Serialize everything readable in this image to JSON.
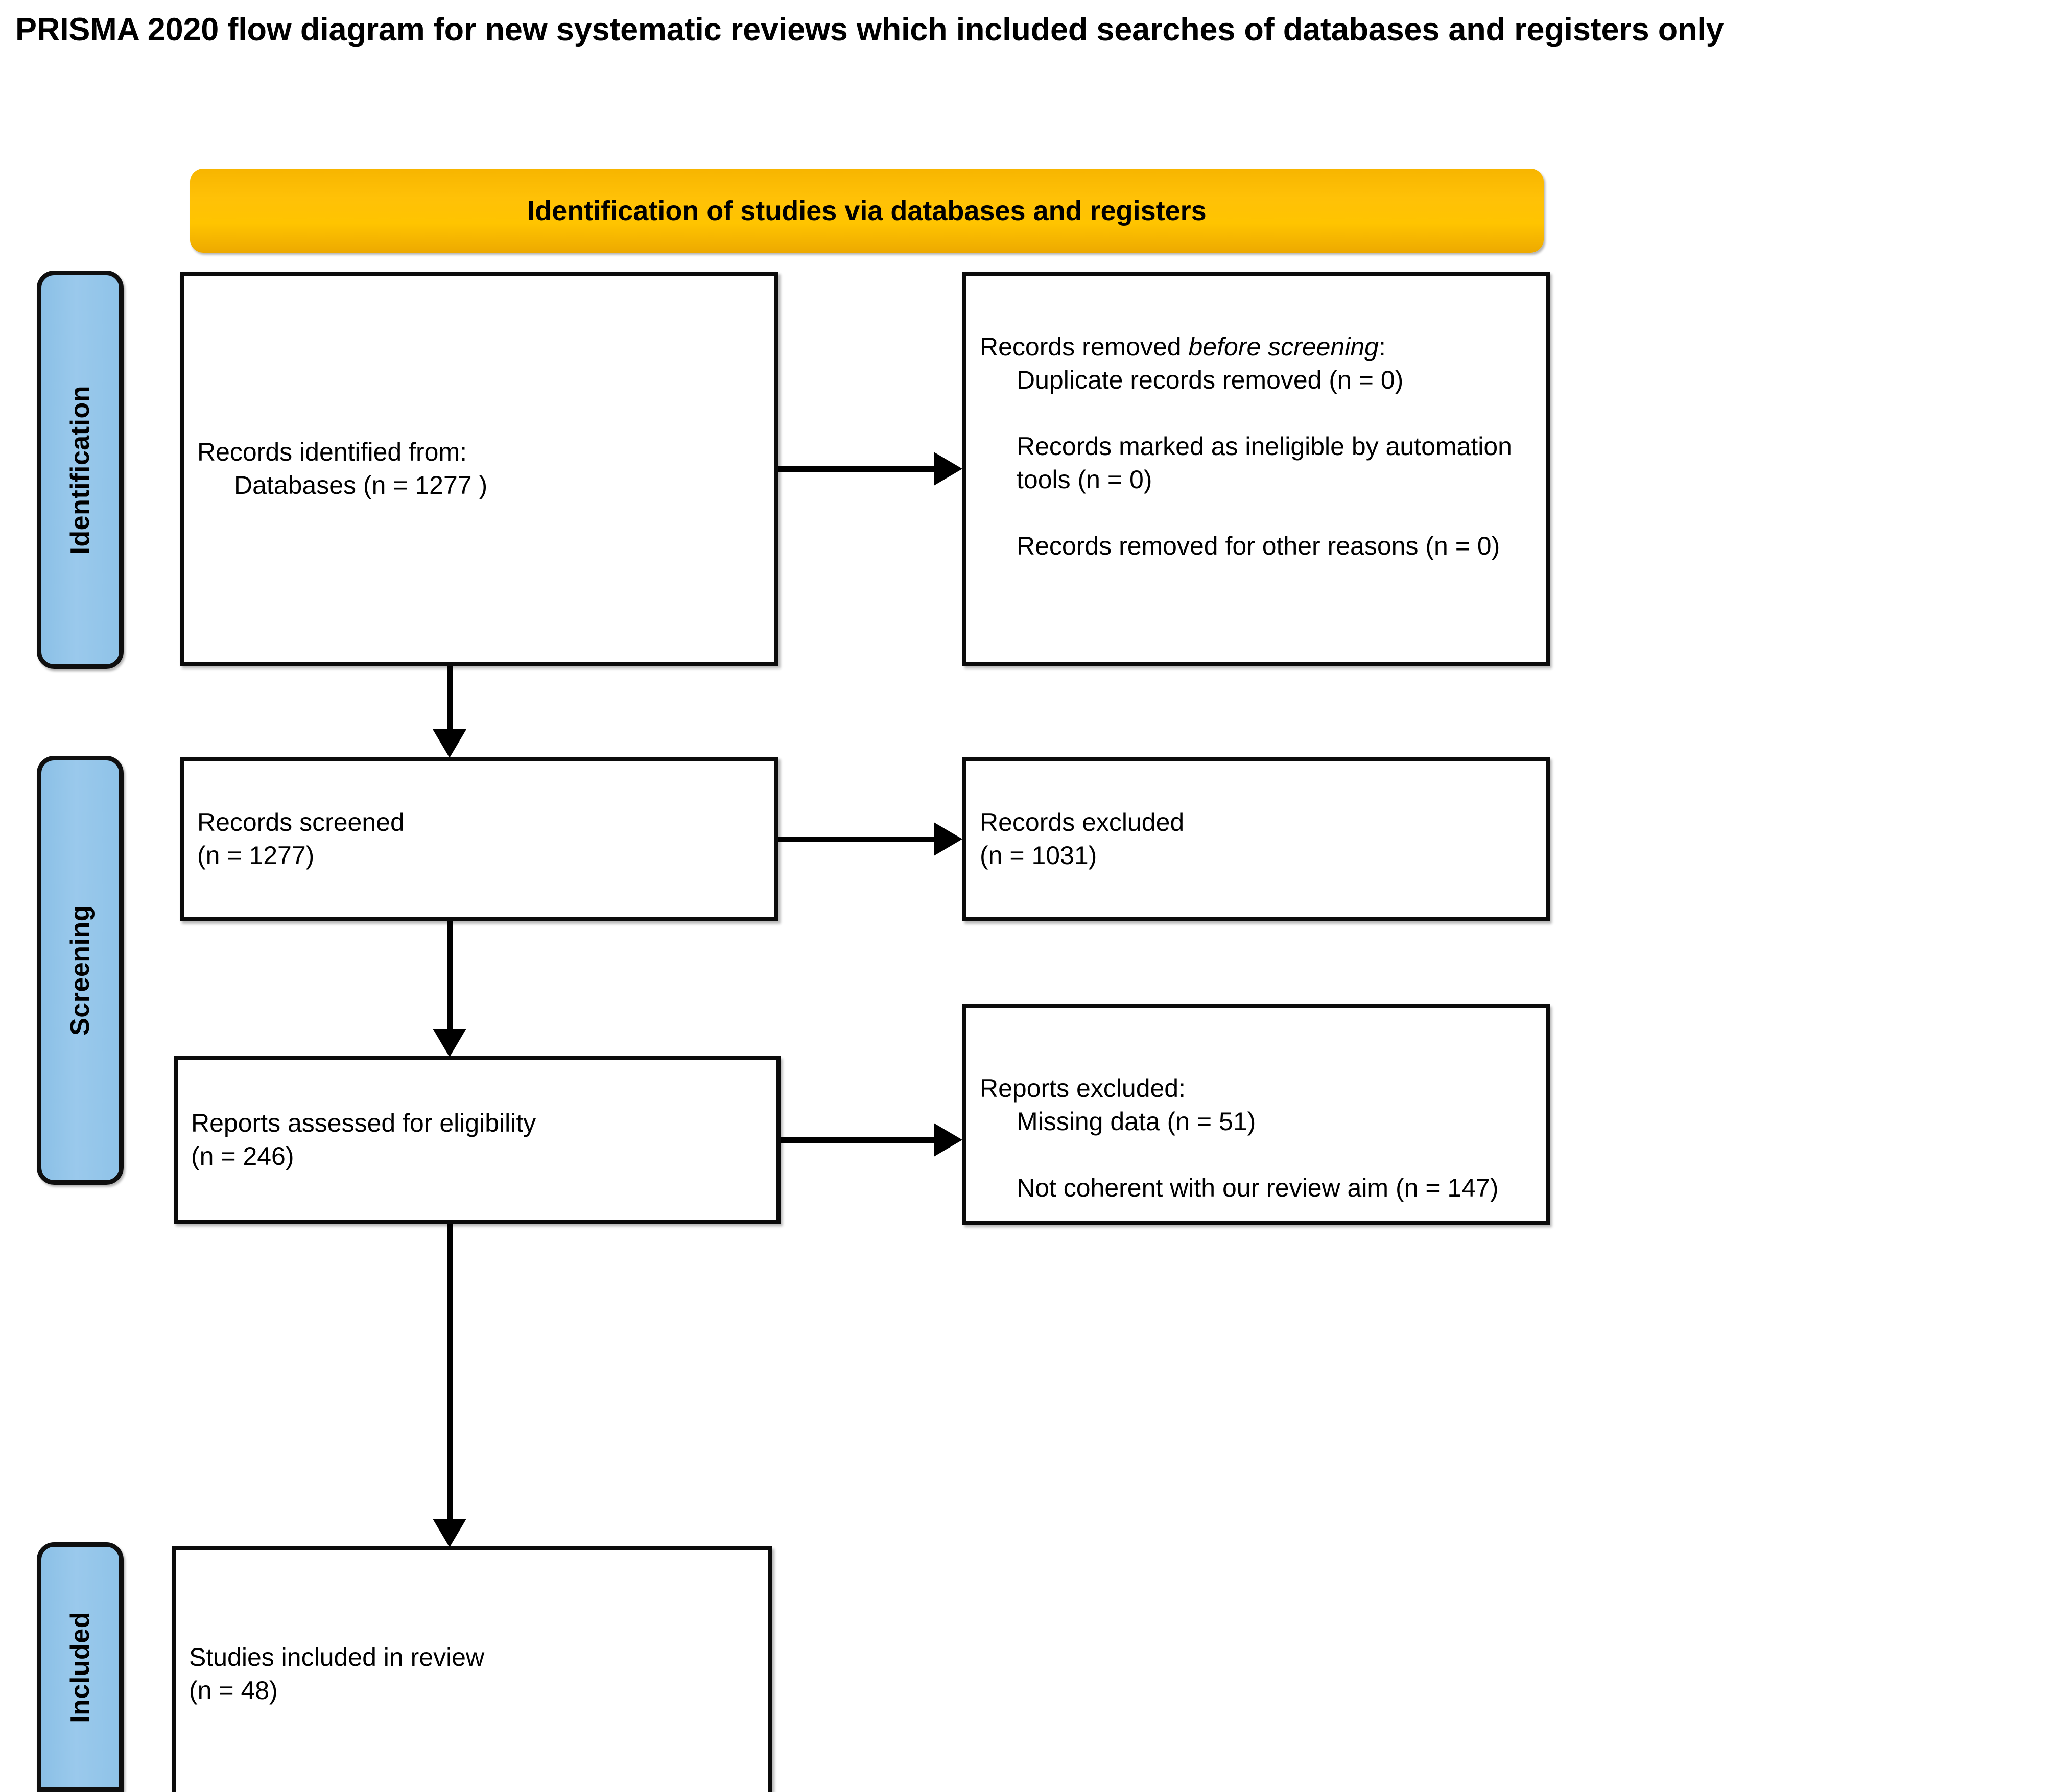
{
  "page": {
    "title": "PRISMA 2020 flow diagram for new systematic reviews which included searches of databases and registers only"
  },
  "phase_header": {
    "label": "Identification of studies via databases and registers",
    "color": "#FFC107"
  },
  "stages": [
    {
      "id": "identification",
      "label": "Identification",
      "color": "#8FC3E8"
    },
    {
      "id": "screening",
      "label": "Screening",
      "color": "#8FC3E8"
    },
    {
      "id": "included",
      "label": "Included",
      "color": "#8FC3E8"
    }
  ],
  "boxes": {
    "records_identified": {
      "line1": "Records identified from:",
      "line2": "Databases (n = 1277 )"
    },
    "records_removed": {
      "heading_prefix": "Records removed ",
      "heading_italic": "before screening",
      "heading_suffix": ":",
      "items": [
        "Duplicate records removed (n = 0)",
        "Records marked as ineligible by automation tools (n = 0)",
        "Records removed for other reasons (n = 0)"
      ]
    },
    "records_screened": {
      "line1": "Records screened",
      "line2": "(n = 1277)"
    },
    "records_excluded": {
      "line1": "Records excluded",
      "line2": "(n = 1031)"
    },
    "reports_assessed": {
      "line1": "Reports assessed for eligibility",
      "line2": "(n = 246)"
    },
    "reports_excluded": {
      "heading": "Reports excluded:",
      "items": [
        "Missing data (n = 51)",
        "Not coherent with our review aim (n = 147)"
      ]
    },
    "studies_included": {
      "line1": "Studies included in review",
      "line2": "(n = 48)"
    }
  },
  "chart_data": {
    "type": "diagram",
    "title": "PRISMA 2020 flow diagram for new systematic reviews which included searches of databases and registers only",
    "stages": [
      "Identification",
      "Screening",
      "Included"
    ],
    "nodes": [
      {
        "id": "records_identified",
        "stage": "Identification",
        "label": "Records identified from: Databases",
        "n": 1277
      },
      {
        "id": "records_removed",
        "stage": "Identification",
        "label": "Records removed before screening",
        "children": [
          {
            "label": "Duplicate records removed",
            "n": 0
          },
          {
            "label": "Records marked as ineligible by automation tools",
            "n": 0
          },
          {
            "label": "Records removed for other reasons",
            "n": 0
          }
        ]
      },
      {
        "id": "records_screened",
        "stage": "Screening",
        "label": "Records screened",
        "n": 1277
      },
      {
        "id": "records_excluded",
        "stage": "Screening",
        "label": "Records excluded",
        "n": 1031
      },
      {
        "id": "reports_assessed",
        "stage": "Screening",
        "label": "Reports assessed for eligibility",
        "n": 246
      },
      {
        "id": "reports_excluded",
        "stage": "Screening",
        "label": "Reports excluded",
        "children": [
          {
            "label": "Missing data",
            "n": 51
          },
          {
            "label": "Not coherent with our review aim",
            "n": 147
          }
        ]
      },
      {
        "id": "studies_included",
        "stage": "Included",
        "label": "Studies included in review",
        "n": 48
      }
    ],
    "edges": [
      {
        "from": "records_identified",
        "to": "records_removed",
        "direction": "right"
      },
      {
        "from": "records_identified",
        "to": "records_screened",
        "direction": "down"
      },
      {
        "from": "records_screened",
        "to": "records_excluded",
        "direction": "right"
      },
      {
        "from": "records_screened",
        "to": "reports_assessed",
        "direction": "down"
      },
      {
        "from": "reports_assessed",
        "to": "reports_excluded",
        "direction": "right"
      },
      {
        "from": "reports_assessed",
        "to": "studies_included",
        "direction": "down"
      }
    ]
  }
}
